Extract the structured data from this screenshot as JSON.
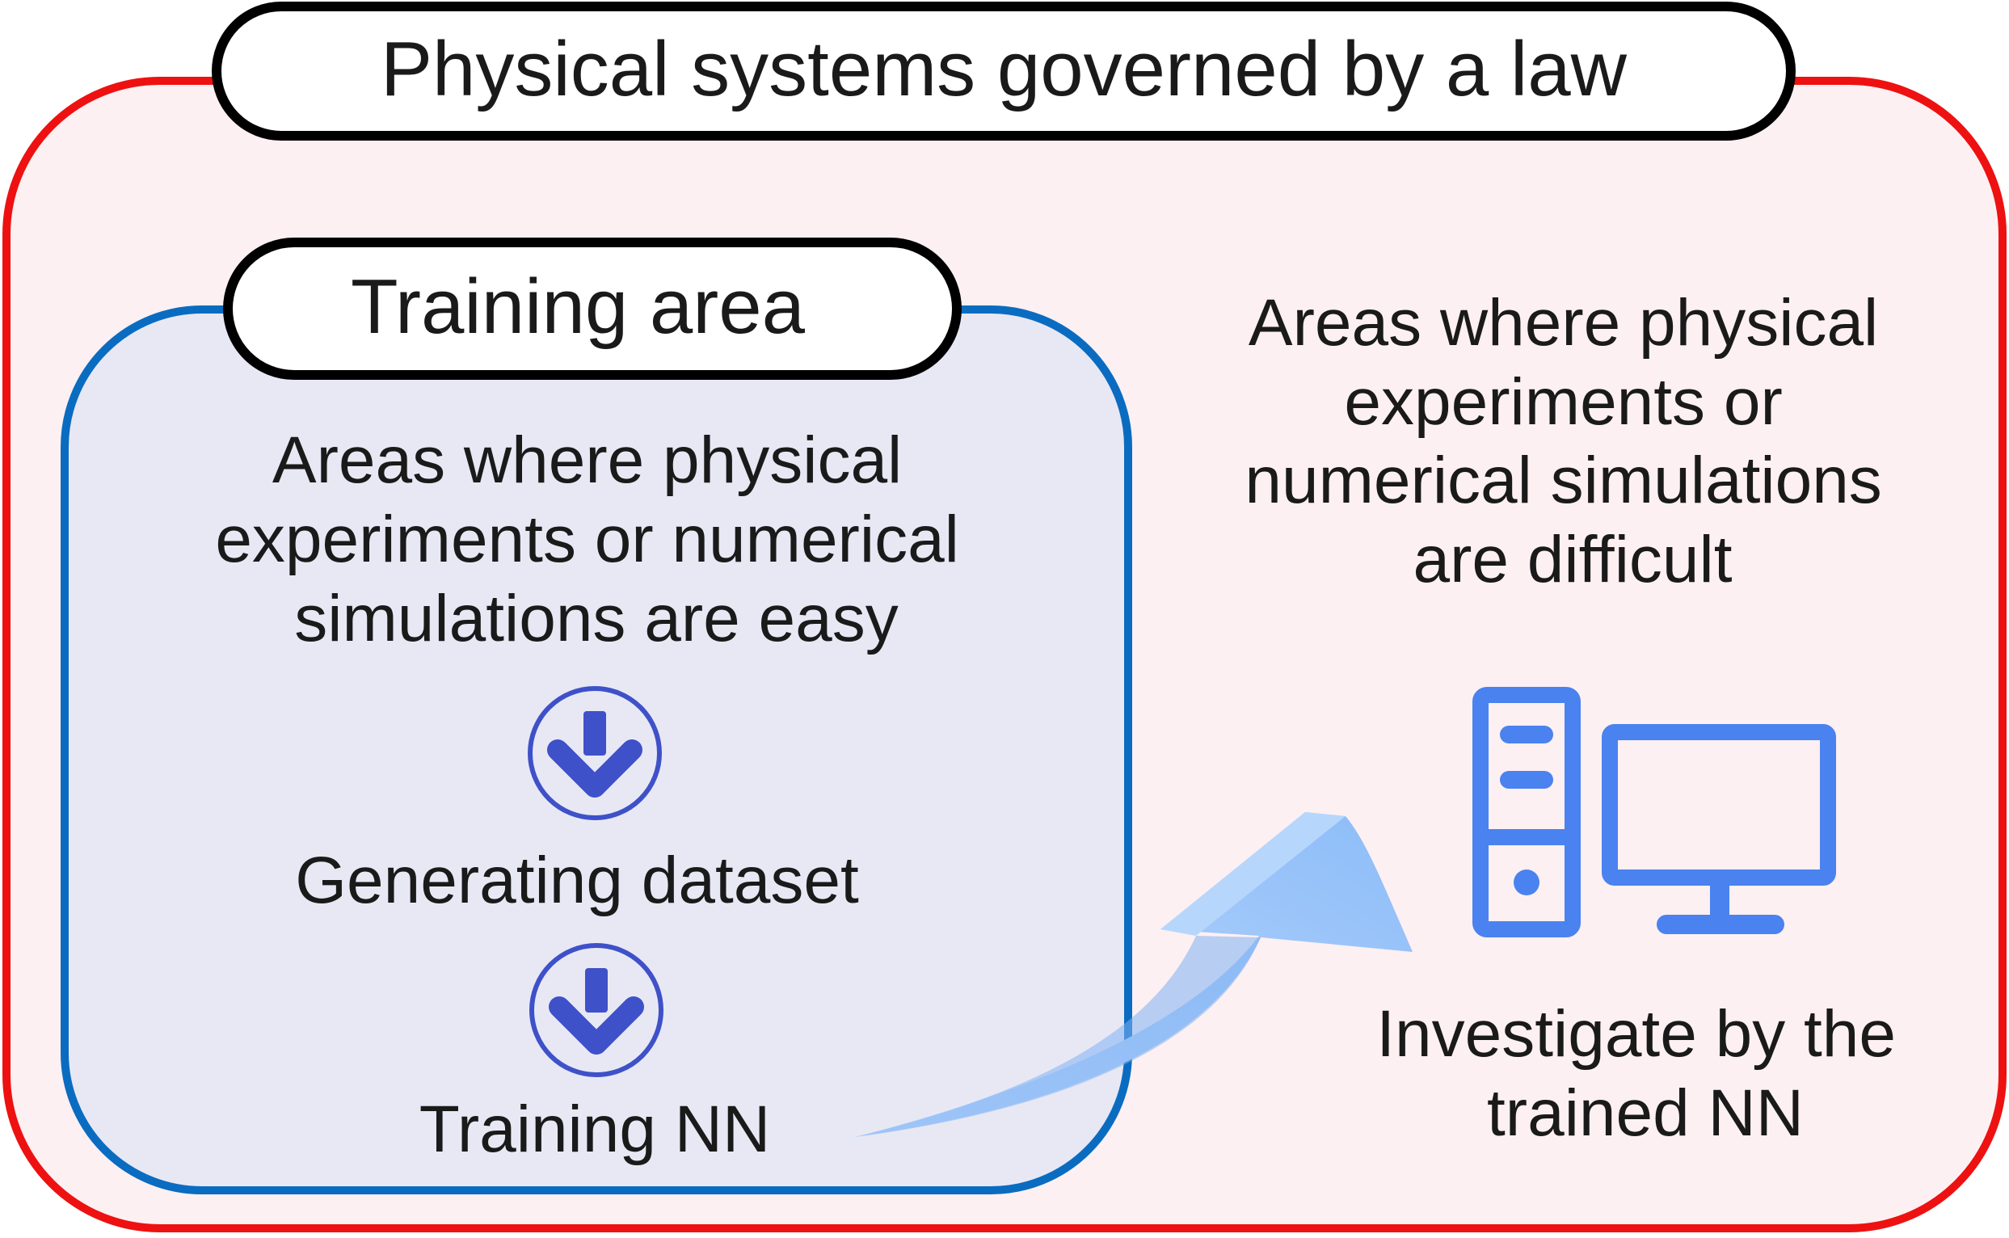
{
  "title": "Physical systems governed by a law",
  "training_area": {
    "label": "Training area",
    "easy_text": [
      "Areas where physical",
      "experiments or numerical",
      "simulations are easy"
    ],
    "step1": "Generating dataset",
    "step2": "Training NN"
  },
  "difficult_text": [
    "Areas where physical",
    "experiments or",
    "numerical simulations",
    "are difficult"
  ],
  "investigate_text": [
    "Investigate by the",
    "trained NN"
  ],
  "icons": {
    "step_arrow": "arrow-down-circle-icon",
    "curved_arrow": "curved-arrow-icon",
    "computer": "desktop-computer-icon"
  },
  "colors": {
    "outer_border": "#ee1111",
    "outer_fill": "#fdf0f2",
    "inner_border": "#0a6cc0",
    "inner_fill": "#e8e8f5",
    "step_icon": "#3f51c8",
    "computer_icon": "#4a82f0",
    "curved_arrow": "#8fbef8"
  }
}
